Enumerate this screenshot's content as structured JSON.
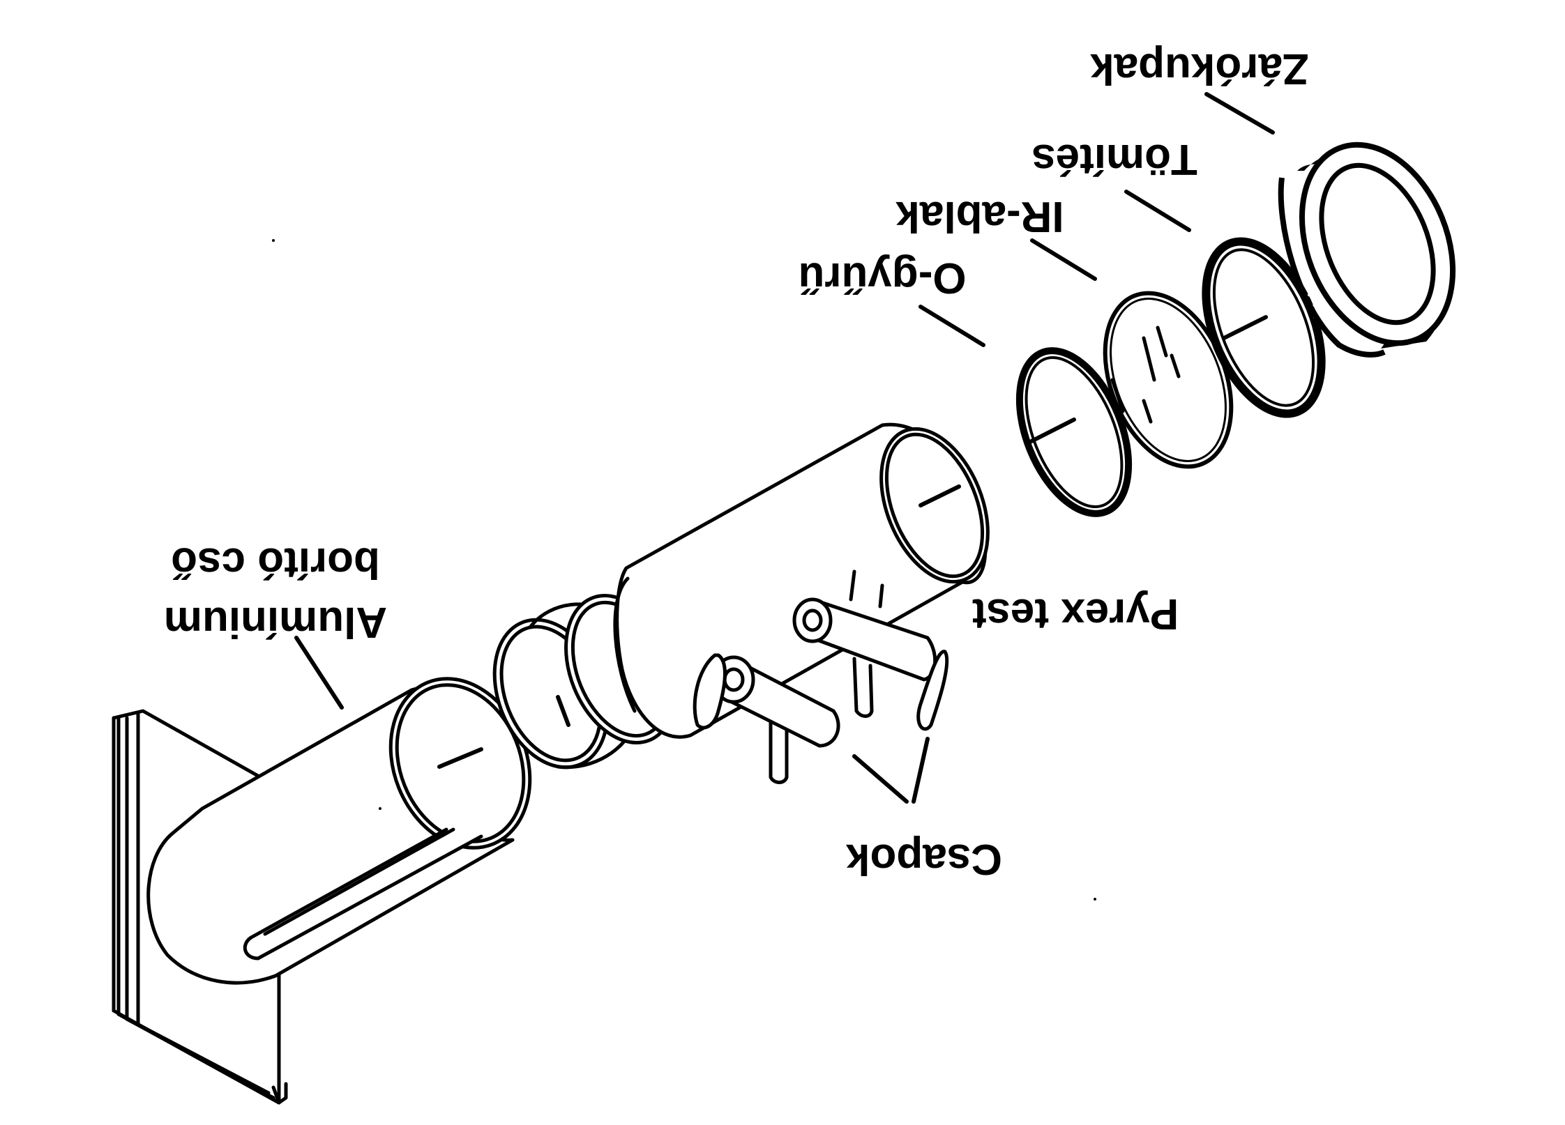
{
  "diagram": {
    "labels": {
      "tube_line1": "Alumínium",
      "tube_line2": "borító cső",
      "valves": "Csapok",
      "pyrex": "Pyrex test",
      "oring": "O-gyűrű",
      "ir_window": "IR-ablak",
      "seal": "Tömítés",
      "cap": "Zárókupak"
    },
    "label_orientation": "rotated 180°",
    "colors": {
      "ink": "#000000",
      "background": "#ffffff"
    }
  }
}
